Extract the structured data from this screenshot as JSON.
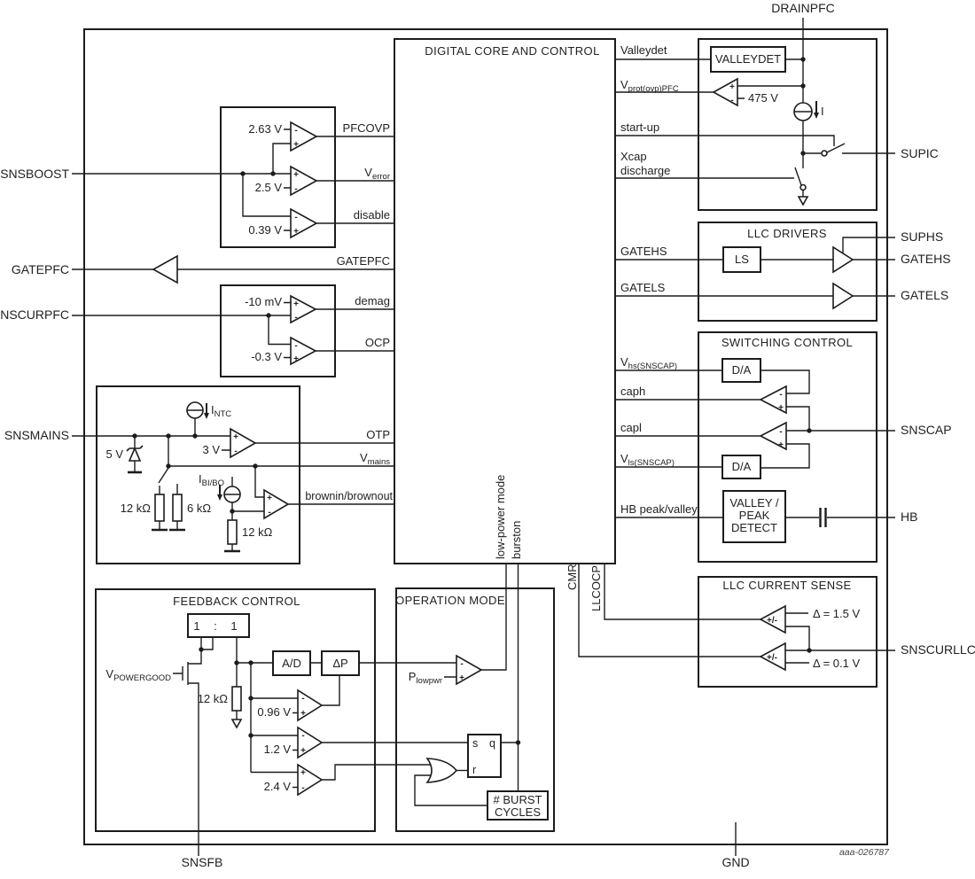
{
  "ref_code": "aaa-026787",
  "pins": {
    "drainpfc": "DRAINPFC",
    "snsboost": "SNSBOOST",
    "gatepfc": "GATEPFC",
    "snscurpfc": "SNSCURPFC",
    "snsmains": "SNSMAINS",
    "snsfb": "SNSFB",
    "gnd": "GND",
    "supic": "SUPIC",
    "suphs": "SUPHS",
    "gatehs": "GATEHS",
    "gatels": "GATELS",
    "snscap": "SNSCAP",
    "hb": "HB",
    "snscurllc": "SNSCURLLC"
  },
  "core": {
    "title": "DIGITAL CORE AND CONTROL",
    "valleydet": "Valleydet",
    "vprot_base": "V",
    "vprot_sub": "prot(ovp)PFC",
    "startup": "start-up",
    "xcap_line1": "Xcap",
    "xcap_line2": "discharge",
    "gatehs": "GATEHS",
    "gatels": "GATELS",
    "vhs_base": "V",
    "vhs_sub": "hs(SNSCAP)",
    "caph": "caph",
    "capl": "capl",
    "vls_base": "V",
    "vls_sub": "ls(SNSCAP)",
    "hb_peak_valley": "HB peak/valley",
    "pfcovp": "PFCOVP",
    "verror_base": "V",
    "verror_sub": "error",
    "disable": "disable",
    "gatepfc": "GATEPFC",
    "demag": "demag",
    "ocp": "OCP",
    "otp": "OTP",
    "vmains_base": "V",
    "vmains_sub": "mains",
    "brownin": "brownin/brownout",
    "low_power": "low-power mode",
    "burston": "burston",
    "cmr": "CMR",
    "llcocp": "LLCOCP"
  },
  "blocks": {
    "valleydet": "VALLEYDET",
    "llc_drivers": "LLC DRIVERS",
    "ls": "LS",
    "switching_control": "SWITCHING CONTROL",
    "da": "D/A",
    "valley_peak_1": "VALLEY /",
    "valley_peak_2": "PEAK",
    "valley_peak_3": "DETECT",
    "llc_current_sense": "LLC CURRENT SENSE",
    "feedback_control": "FEEDBACK CONTROL",
    "mirror": "1 : 1",
    "ad": "A/D",
    "dp": "ΔP",
    "operation_mode": "OPERATION MODE",
    "burst_1": "# BURST",
    "burst_2": "CYCLES",
    "latch_s": "s",
    "latch_q": "q",
    "latch_r": "r"
  },
  "values": {
    "v2_63": "2.63 V",
    "v2_5": "2.5 V",
    "v0_39": "0.39 V",
    "mv10": "-10 mV",
    "v0_3": "-0.3 V",
    "v3": "3 V",
    "v5": "5 V",
    "v475": "475 V",
    "r12k": "12 kΩ",
    "r6k": "6 kΩ",
    "v0_96": "0.96 V",
    "v1_2": "1.2 V",
    "v2_4": "2.4 V",
    "delta15": "Δ = 1.5 V",
    "delta01": "Δ = 0.1 V",
    "intc_base": "I",
    "intc_sub": "NTC",
    "ibibo_base": "I",
    "ibibo_sub": "BI/BO",
    "vpg_base": "V",
    "vpg_sub": "POWERGOOD",
    "plow_base": "P",
    "plow_sub": "lowpwr",
    "i_label": "I",
    "plus": "+",
    "minus": "-",
    "plusminus": "+/-"
  }
}
